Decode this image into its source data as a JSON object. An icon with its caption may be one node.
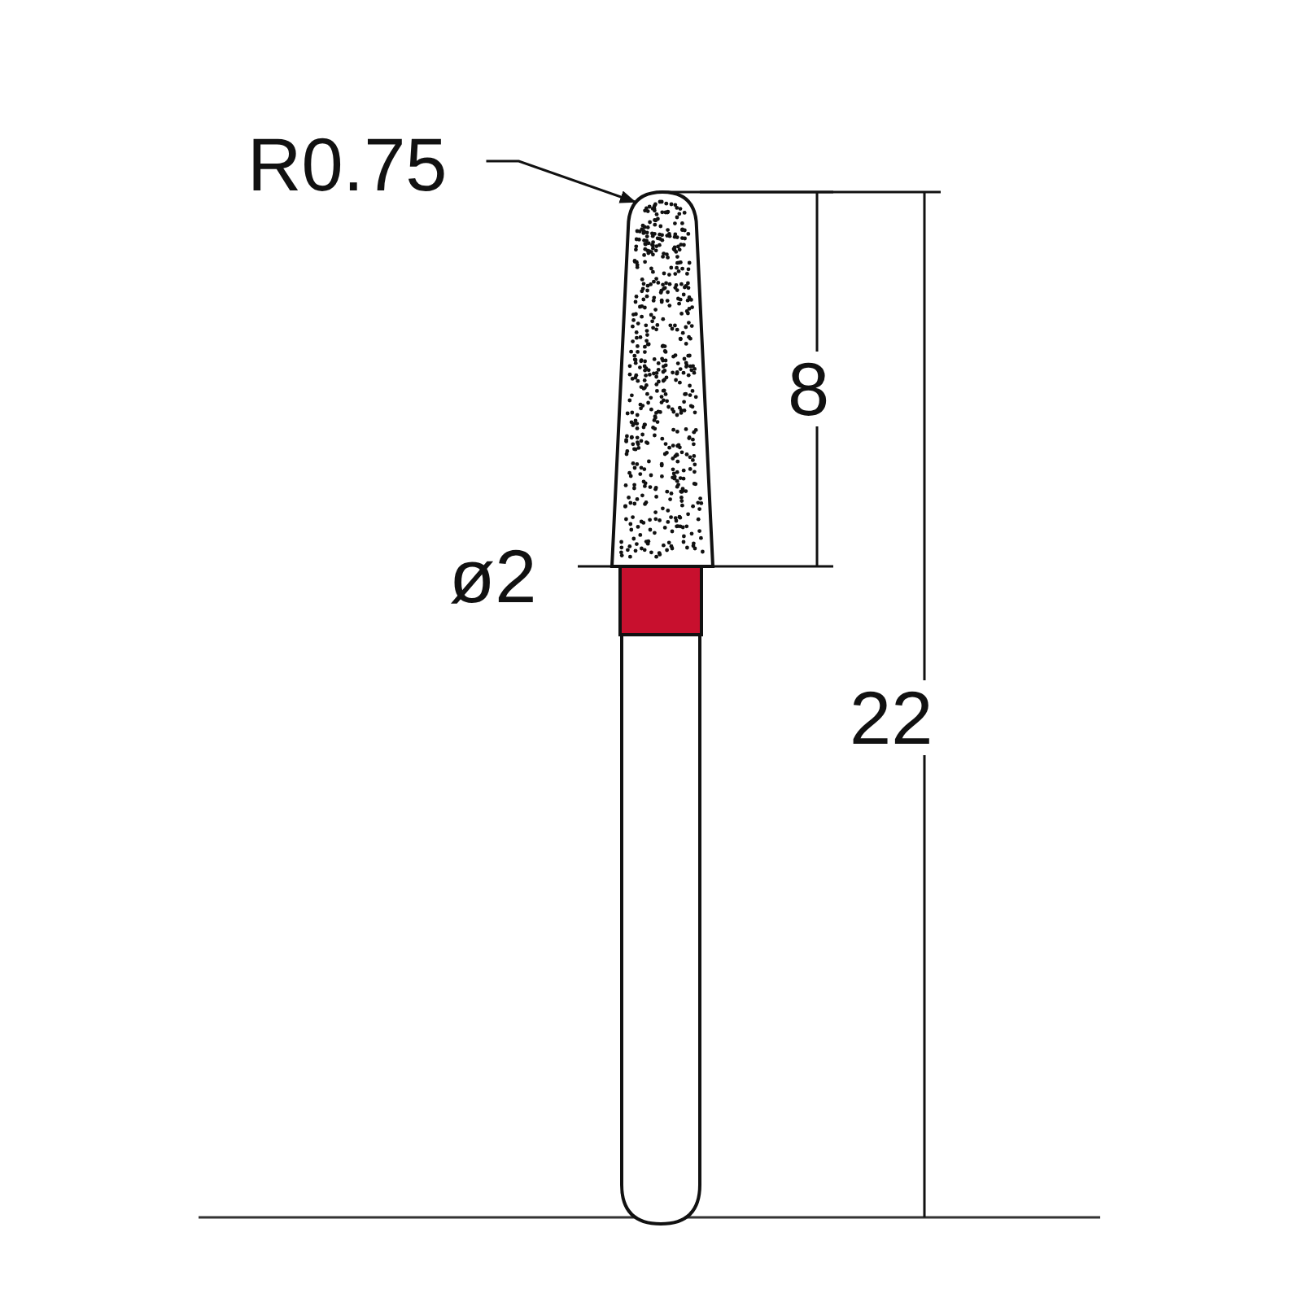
{
  "diagram": {
    "nodes": [
      {
        "text": [
          "R0.75"
        ]
      },
      {
        "text": [],
        "shape": "picture"
      }
    ],
    "edges": [
      {
        "from": 0,
        "to": 1,
        "arrow": "to"
      }
    ],
    "labels": [
      "8",
      "ø2",
      "22"
    ]
  }
}
